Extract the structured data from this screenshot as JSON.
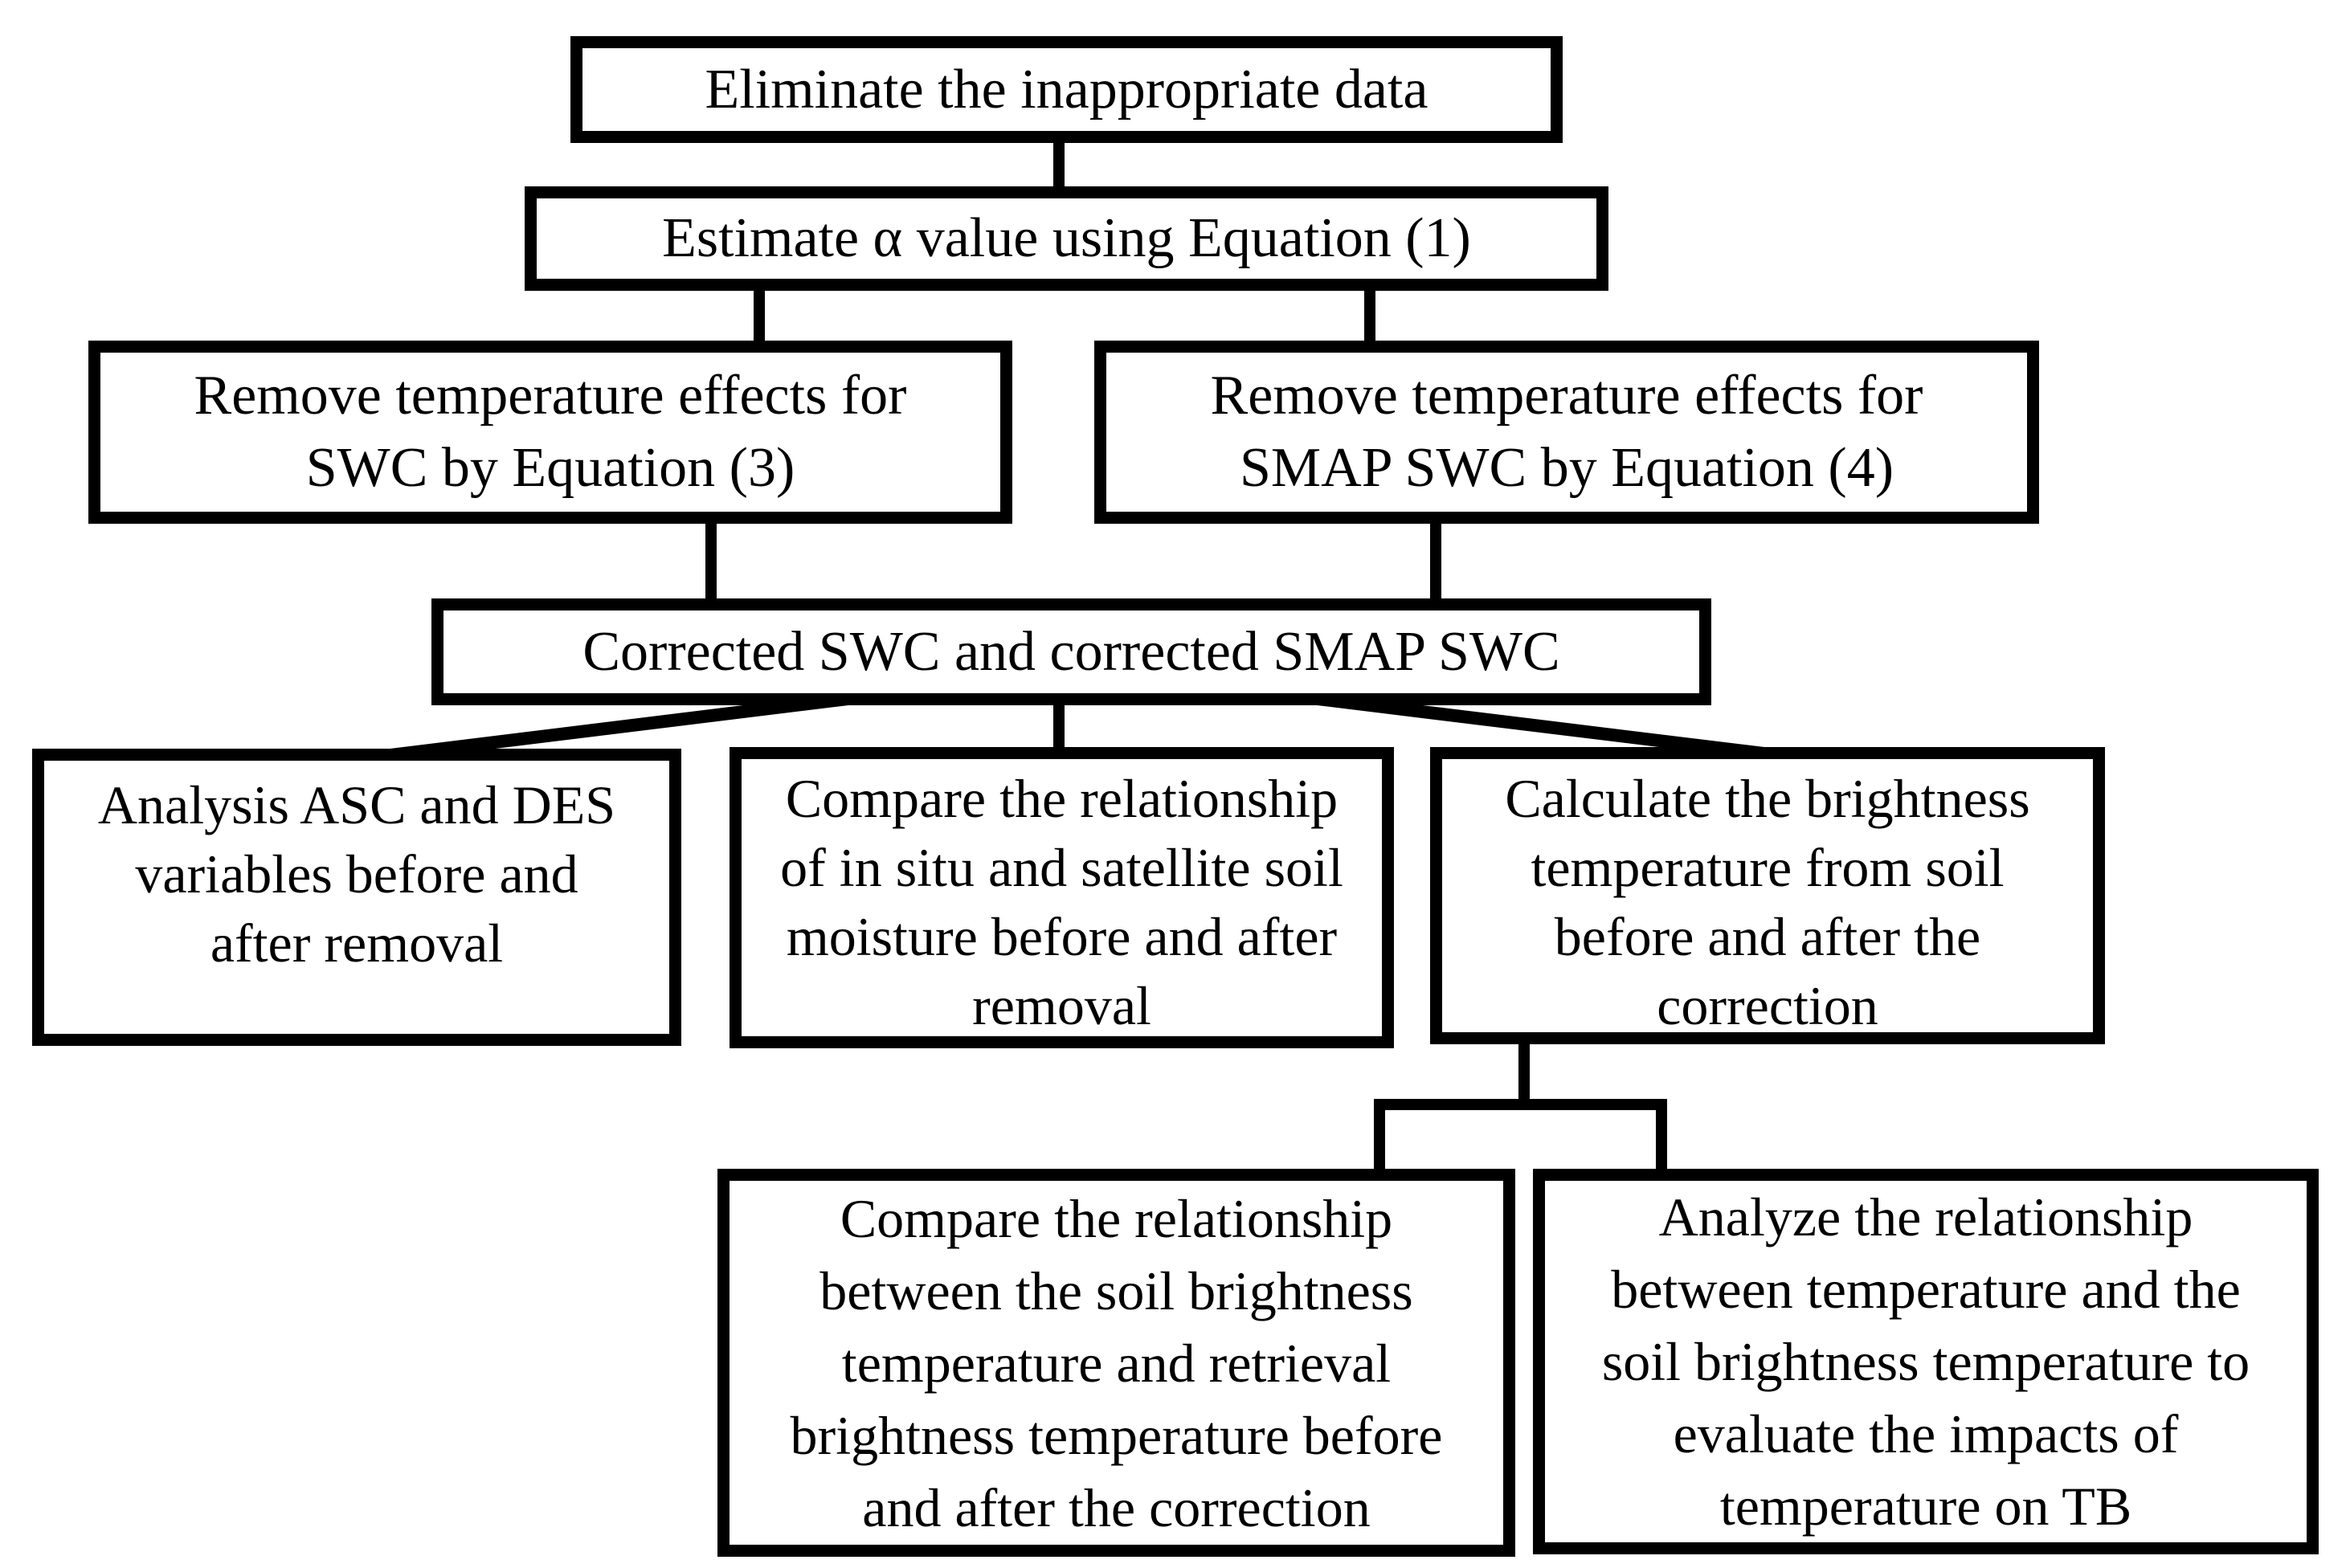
{
  "figure": {
    "type": "flowchart",
    "background_color": "#ffffff",
    "box_fill": "#ffffff",
    "box_border_color": "#000000",
    "text_color": "#000000",
    "nodes": [
      {
        "id": "eliminate-data",
        "label": "Eliminate the inappropriate data"
      },
      {
        "id": "estimate-alpha",
        "label": "Estimate α value using Equation (1)"
      },
      {
        "id": "remove-temp-swc",
        "label": "Remove temperature effects for\nSWC by Equation (3)"
      },
      {
        "id": "remove-temp-smap-swc",
        "label": "Remove temperature effects for\nSMAP SWC by Equation (4)"
      },
      {
        "id": "corrected-swc",
        "label": "Corrected SWC and corrected SMAP SWC"
      },
      {
        "id": "analysis-asc-des",
        "label": "Analysis ASC and DES\nvariables before and\nafter removal"
      },
      {
        "id": "compare-insitu-satellite",
        "label": "Compare the relationship\nof in situ and satellite soil\nmoisture before and after\nremoval"
      },
      {
        "id": "calculate-brightness-temp",
        "label": "Calculate the brightness\ntemperature from soil\nbefore and after the\ncorrection"
      },
      {
        "id": "compare-tb-retrieval",
        "label": "Compare the relationship\nbetween the soil brightness\ntemperature and retrieval\nbrightness temperature before\nand after the correction"
      },
      {
        "id": "analyze-temp-tb",
        "label": "Analyze the relationship\nbetween temperature and the\nsoil brightness temperature to\nevaluate the impacts of\ntemperature on TB"
      }
    ],
    "edges": [
      {
        "from": "eliminate-data",
        "to": "estimate-alpha"
      },
      {
        "from": "estimate-alpha",
        "to": "remove-temp-swc"
      },
      {
        "from": "estimate-alpha",
        "to": "remove-temp-smap-swc"
      },
      {
        "from": "remove-temp-swc",
        "to": "corrected-swc"
      },
      {
        "from": "remove-temp-smap-swc",
        "to": "corrected-swc"
      },
      {
        "from": "corrected-swc",
        "to": "analysis-asc-des"
      },
      {
        "from": "corrected-swc",
        "to": "compare-insitu-satellite"
      },
      {
        "from": "corrected-swc",
        "to": "calculate-brightness-temp"
      },
      {
        "from": "calculate-brightness-temp",
        "to": "compare-tb-retrieval"
      },
      {
        "from": "calculate-brightness-temp",
        "to": "analyze-temp-tb"
      }
    ]
  }
}
